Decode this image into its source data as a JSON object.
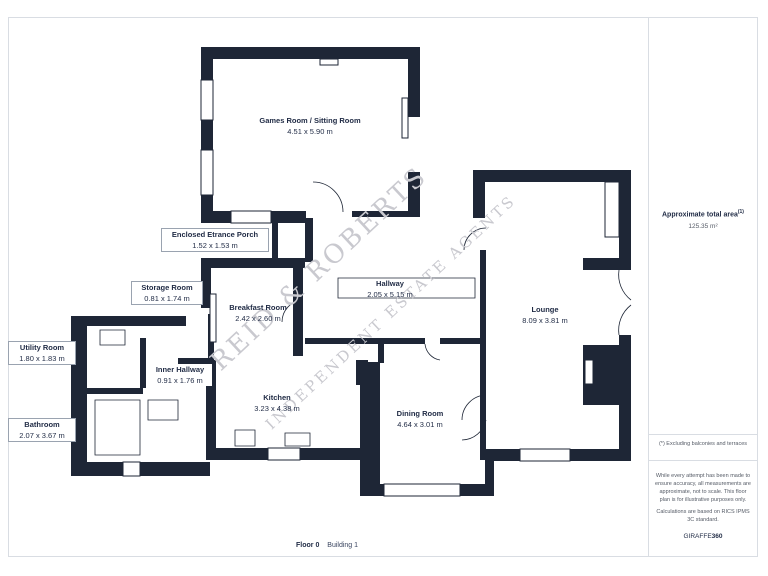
{
  "rooms": {
    "games": {
      "name": "Games Room / Sitting Room",
      "dims": "4.51 x 5.90 m"
    },
    "porch": {
      "name": "Enclosed Etrance Porch",
      "dims": "1.52 x 1.53 m"
    },
    "hallway": {
      "name": "Hallway",
      "dims": "2.05 x 5.15 m"
    },
    "storage": {
      "name": "Storage Room",
      "dims": "0.81 x 1.74 m"
    },
    "breakfast": {
      "name": "Breakfast Room",
      "dims": "2.42 x 2.60 m"
    },
    "lounge": {
      "name": "Lounge",
      "dims": "8.09 x 3.81 m"
    },
    "utility": {
      "name": "Utility Room",
      "dims": "1.80 x 1.83 m"
    },
    "inner_hallway": {
      "name": "Inner Hallway",
      "dims": "0.91 x 1.76 m"
    },
    "kitchen": {
      "name": "Kitchen",
      "dims": "3.23 x 4.38 m"
    },
    "bathroom": {
      "name": "Bathroom",
      "dims": "2.07 x 3.67 m"
    },
    "dining": {
      "name": "Dining Room",
      "dims": "4.64 x 3.01 m"
    }
  },
  "sidebar": {
    "area_title": "Approximate total area",
    "area_marker": "(1)",
    "area_value": "125.35 m²",
    "excluding_note": "(*) Excluding balconies and terraces",
    "accuracy_note": "While every attempt has been made to ensure accuracy, all measurements are approximate, not to scale. This floor plan is for illustrative purposes only.",
    "calc_note": "Calculations are based on RICS IPMS 3C standard.",
    "brand_prefix": "GIRAFFE",
    "brand_suffix": "360"
  },
  "footer": {
    "floor": "Floor 0",
    "building": "Building 1"
  },
  "watermark": {
    "line1": "REID & ROBERTS",
    "line2": "INDEPENDENT ESTATE AGENTS"
  },
  "colors": {
    "wall": "#1e2636",
    "text": "#1f2a44",
    "border": "#d9dde3"
  }
}
